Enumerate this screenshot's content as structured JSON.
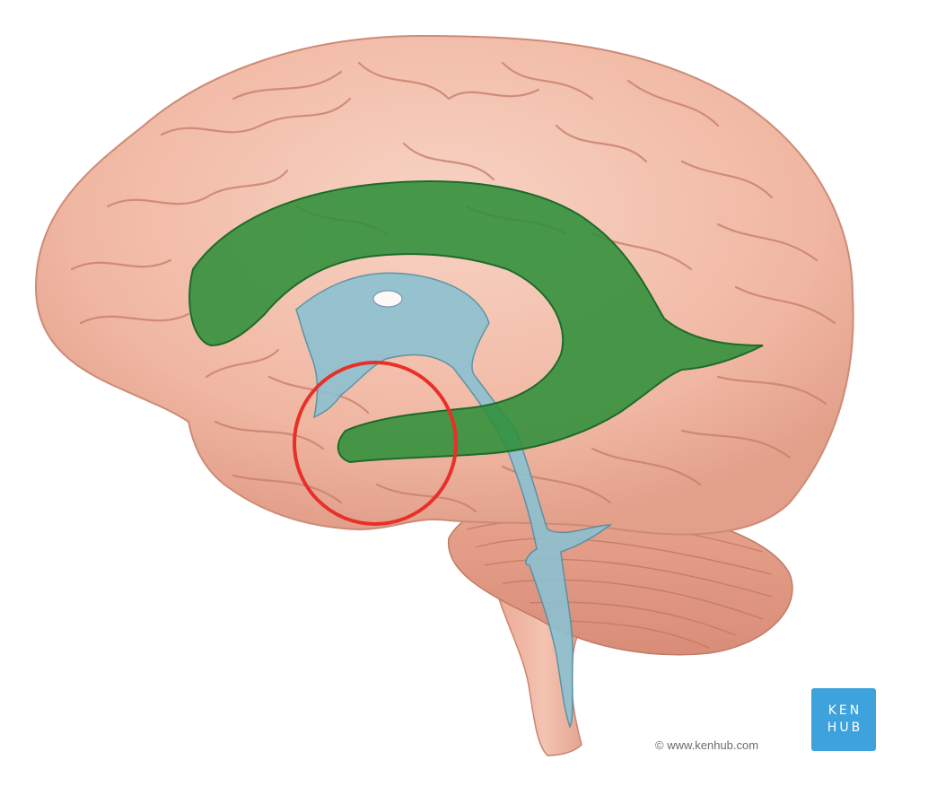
{
  "image": {
    "subject": "Lateral view of the brain with the lateral ventricles highlighted",
    "colors": {
      "background": "#ffffff",
      "brain_tissue": "#f2bba7",
      "brain_shadow": "#d9907c",
      "sulci": "#c97f6c",
      "lateral_ventricle": "#2f8f3a",
      "third_fourth_ventricle": "#7fb6c9",
      "highlight_circle": "#e8302a",
      "logo_background": "#3ea2dd"
    },
    "icons": {
      "highlight": "red-circle-highlight-icon",
      "logo": "kenhub-logo-icon"
    }
  },
  "logo": {
    "line1": "KEN",
    "line2": "HUB"
  },
  "copyright": {
    "text": "© www.kenhub.com"
  }
}
